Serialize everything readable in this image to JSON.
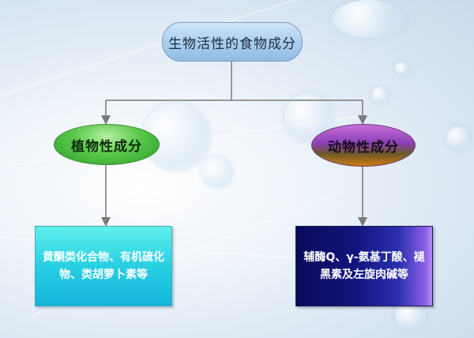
{
  "diagram": {
    "root": {
      "label": "生物活性的食物成分"
    },
    "left": {
      "category": "植物性成分",
      "detail": "黄酮类化合物、有机硫化物、类胡萝卜素等"
    },
    "right": {
      "category": "动物性成分",
      "detail": "辅酶Q、γ-氨基丁酸、褪黑素及左旋肉碱等"
    }
  },
  "colors": {
    "root_fill": "#a9cdee",
    "left_ellipse": "#58c94a",
    "right_ellipse": "#8a3fb6",
    "left_box": "#28cfe2",
    "right_box": "#13157e",
    "connector": "#7a7a7a"
  }
}
